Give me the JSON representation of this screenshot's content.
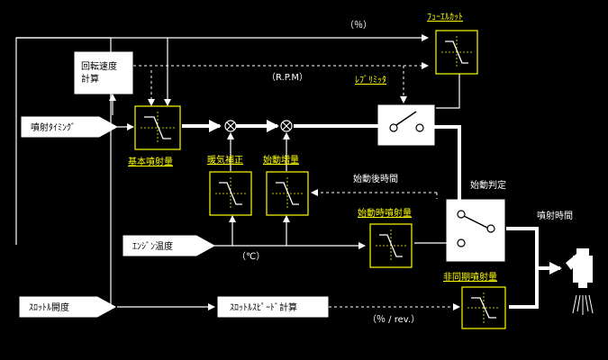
{
  "labels": {
    "rpm_calc_line1": "回転速度",
    "rpm_calc_line2": "計算",
    "injection_timing": "噴射ﾀｲﾐﾝｸﾞ",
    "engine_temp": "ｴﾝｼﾞﾝ温度",
    "throttle_opening": "ｽﾛｯﾄﾙ開度",
    "throttle_speed_calc": "ｽﾛｯﾄﾙｽﾋﾟｰﾄﾞ計算",
    "percent_unit": "（％）",
    "rpm_unit": "（R.P.M）",
    "celsius_unit": "（℃）",
    "percent_rev_unit": "（％ / rev.）",
    "start_post_time": "始動後時間",
    "start_judgement": "始動判定",
    "injection_time": "噴射時間"
  },
  "map_labels": {
    "fuel_cut": "ﾌｭｰｴﾙｶｯﾄ",
    "rev_limiter": "ﾚﾌﾞﾘﾐｯﾀ",
    "base_injection": "基本噴射量",
    "warmup_correction": "暖気補正",
    "start_increase": "始動増量",
    "starting_injection": "始動時噴射量",
    "async_injection": "非同期噴射量"
  },
  "colors": {
    "background": "#000000",
    "line": "#ffffff",
    "map_border": "#ffff00",
    "map_label": "#ffff00"
  }
}
